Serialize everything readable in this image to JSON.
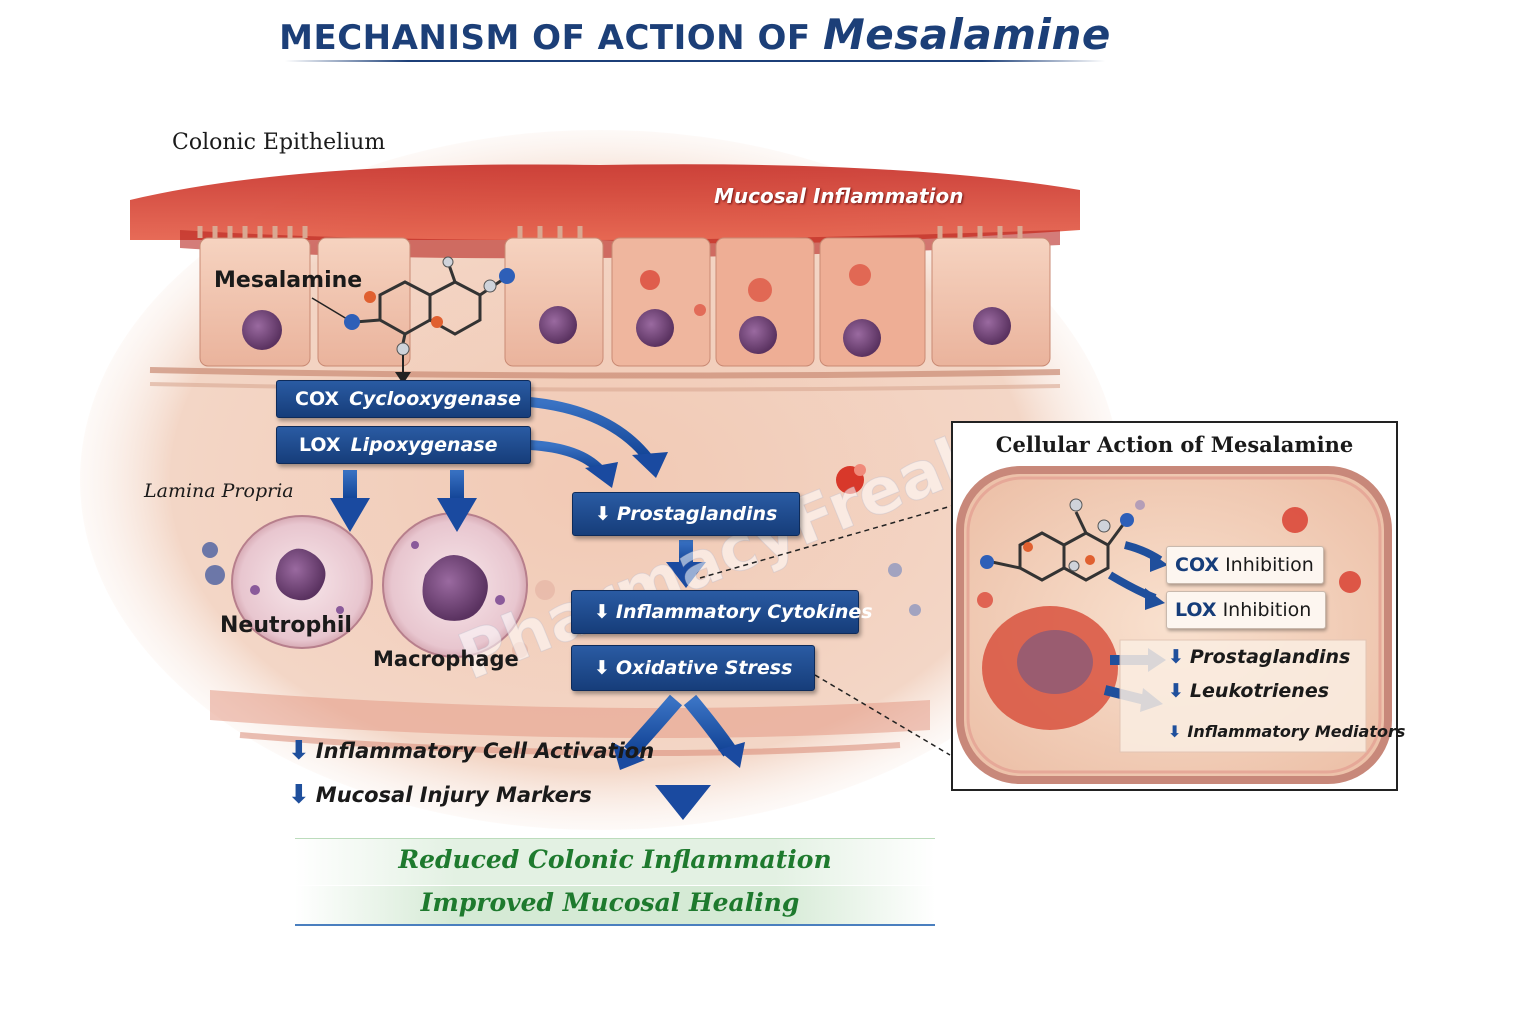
{
  "title": {
    "prefix": "MECHANISM OF ACTION OF",
    "drug": "Mesalamine"
  },
  "labels": {
    "colonic_epithelium": "Colonic Epithelium",
    "mucosal_inflammation": "Mucosal Inflammation",
    "mesalamine": "Mesalamine",
    "lamina_propria": "Lamina Propria",
    "neutrophil": "Neutrophil",
    "macrophage": "Macrophage",
    "watermark": "PharmacyFreak"
  },
  "enzymes": [
    {
      "abbr": "COX",
      "name": "Cyclooxygenase"
    },
    {
      "abbr": "LOX",
      "name": "Lipoxygenase"
    }
  ],
  "cascade": [
    {
      "arrow": "⬇",
      "text": "Prostaglandins"
    },
    {
      "arrow": "⬇",
      "text": "Inflammatory Cytokines"
    },
    {
      "arrow": "⬇",
      "text": "Oxidative Stress"
    }
  ],
  "effects": [
    {
      "arrow": "⬇",
      "text": "Inflammatory Cell Activation"
    },
    {
      "arrow": "⬇",
      "text": "Mucosal Injury Markers"
    }
  ],
  "outcomes": [
    "Reduced Colonic Inflammation",
    "Improved Mucosal Healing"
  ],
  "inset": {
    "title": "Cellular Action of Mesalamine",
    "inhibitions": [
      {
        "abbr": "COX",
        "text": "Inhibition"
      },
      {
        "abbr": "LOX",
        "text": "Inhibition"
      }
    ],
    "reductions": [
      {
        "arrow": "⬇",
        "text": "Prostaglandins"
      },
      {
        "arrow": "⬇",
        "text": "Leukotrienes"
      },
      {
        "arrow": "⬇",
        "text": "Inflammatory Mediators"
      }
    ]
  },
  "colors": {
    "title": "#1c3f78",
    "box": "#1f4f9c",
    "outcome": "#1e7a2e",
    "tissue": "#e8b9a0",
    "inflamed": "#d8382a"
  }
}
